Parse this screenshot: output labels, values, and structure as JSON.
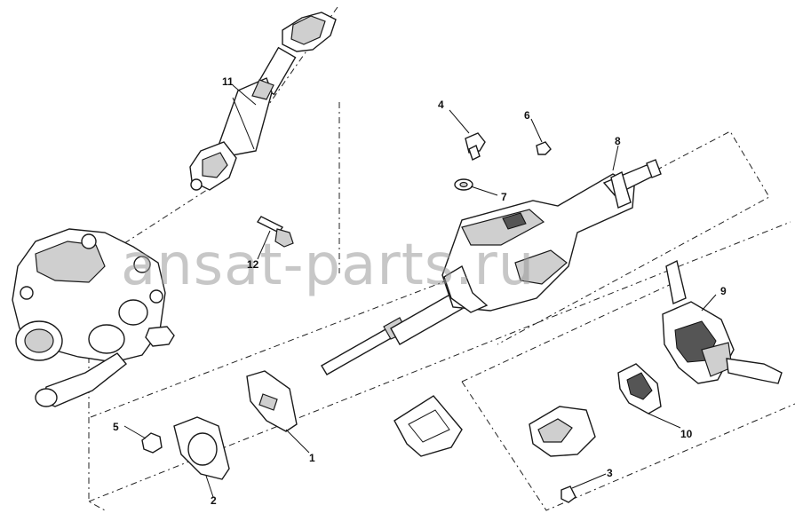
{
  "diagram": {
    "watermark": "ansat-parts.ru",
    "callouts": {
      "c1": "1",
      "c2": "2",
      "c3": "3",
      "c4": "4",
      "c5": "5",
      "c6": "6",
      "c7": "7",
      "c8": "8",
      "c9": "9",
      "c10": "10",
      "c11": "11",
      "c12": "12"
    }
  }
}
